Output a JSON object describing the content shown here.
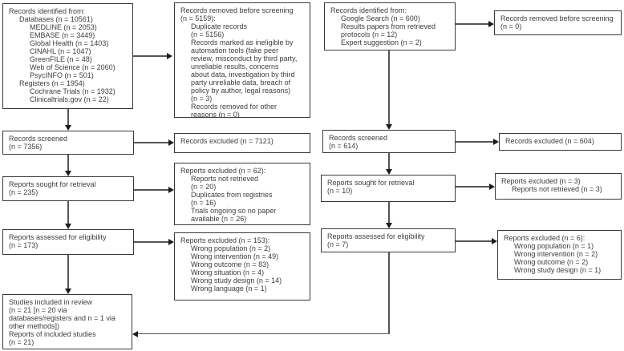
{
  "colors": {
    "box_border": "#3a3a3a",
    "connector": "#555555",
    "arrowhead": "#1c1c1c",
    "text": "#3d3d3d",
    "background": "#ffffff"
  },
  "icons": {
    "arrow_down": "filled triangle pointing down (css shape)",
    "arrow_right": "filled triangle pointing right (css shape)",
    "arrow_left": "filled triangle pointing left (css shape)"
  },
  "boxes": {
    "db_identification": {
      "lines": [
        {
          "text": "Records identified from:",
          "indent": 0
        },
        {
          "text": "Databases (n = 10561)",
          "indent": 1
        },
        {
          "text": "MEDLINE (n = 2053)",
          "indent": 2
        },
        {
          "text": "EMBASE (n = 3449)",
          "indent": 2
        },
        {
          "text": "Global Health (n = 1403)",
          "indent": 2
        },
        {
          "text": "CINAHL (n = 1047)",
          "indent": 2
        },
        {
          "text": "GreenFILE (n = 48)",
          "indent": 2
        },
        {
          "text": "Web of Science (n = 2060)",
          "indent": 2
        },
        {
          "text": "PsycINFO (n = 501)",
          "indent": 2
        },
        {
          "text": "Registers (n = 1954)",
          "indent": 1
        },
        {
          "text": "Cochrane Trials (n = 1932)",
          "indent": 2
        },
        {
          "text": "Clinicaltrials.gov (n = 22)",
          "indent": 2
        }
      ]
    },
    "removed_before_screening_db": {
      "lines": [
        {
          "text": "Records removed before screening",
          "indent": 0
        },
        {
          "text": "(n = 5159):",
          "indent": 0
        },
        {
          "text": "Duplicate records",
          "indent": 1
        },
        {
          "text": "(n = 5156)",
          "indent": 1
        },
        {
          "text": "Records marked as ineligible by",
          "indent": 1
        },
        {
          "text": "automation tools (fake peer",
          "indent": 1
        },
        {
          "text": "review, misconduct by third party,",
          "indent": 1
        },
        {
          "text": "unreliable results, concerns",
          "indent": 1
        },
        {
          "text": "about data, investigation by third",
          "indent": 1
        },
        {
          "text": "party unreliable data, breach of",
          "indent": 1
        },
        {
          "text": "policy by author, legal reasons)",
          "indent": 1
        },
        {
          "text": "(n = 3)",
          "indent": 1
        },
        {
          "text": "Records removed for other",
          "indent": 1
        },
        {
          "text": "reasons (n = 0)",
          "indent": 1
        }
      ]
    },
    "records_screened_db": {
      "lines": [
        {
          "text": "Records screened",
          "indent": 0
        },
        {
          "text": "(n = 7356)",
          "indent": 0
        }
      ]
    },
    "records_excluded_db": {
      "lines": [
        {
          "text": "Records excluded (n = 7121)",
          "indent": 0
        }
      ]
    },
    "reports_sought_db": {
      "lines": [
        {
          "text": "Reports sought for retrieval",
          "indent": 0
        },
        {
          "text": "(n = 235)",
          "indent": 0
        }
      ]
    },
    "reports_excluded_retrieval_db": {
      "lines": [
        {
          "text": "Reports excluded (n = 62):",
          "indent": 0
        },
        {
          "text": "Reports not retrieved",
          "indent": 1
        },
        {
          "text": "(n = 20)",
          "indent": 1
        },
        {
          "text": "Duplicates from registries",
          "indent": 1
        },
        {
          "text": "(n = 16)",
          "indent": 1
        },
        {
          "text": "Trials ongoing so no paper",
          "indent": 1
        },
        {
          "text": "available (n = 26)",
          "indent": 1
        }
      ]
    },
    "reports_assessed_db": {
      "lines": [
        {
          "text": "Reports assessed for eligibility",
          "indent": 0
        },
        {
          "text": "(n = 173)",
          "indent": 0
        }
      ]
    },
    "reports_excluded_eligibility_db": {
      "lines": [
        {
          "text": "Reports excluded (n = 153):",
          "indent": 0
        },
        {
          "text": "Wrong population (n = 2)",
          "indent": 1
        },
        {
          "text": "Wrong intervention (n = 49)",
          "indent": 1
        },
        {
          "text": "Wrong outcome (n = 83)",
          "indent": 1
        },
        {
          "text": "Wrong situation (n = 4)",
          "indent": 1
        },
        {
          "text": "Wrong study design (n = 14)",
          "indent": 1
        },
        {
          "text": "Wrong language (n = 1)",
          "indent": 1
        }
      ]
    },
    "studies_included": {
      "lines": [
        {
          "text": "Studies included in review",
          "indent": 0
        },
        {
          "text": "(n = 21 [n = 20 via",
          "indent": 0
        },
        {
          "text": "databases/registers and n = 1 via",
          "indent": 0
        },
        {
          "text": "other methods])",
          "indent": 0
        },
        {
          "text": "Reports of included studies",
          "indent": 0
        },
        {
          "text": "(n = 21)",
          "indent": 0
        }
      ]
    },
    "other_identification": {
      "lines": [
        {
          "text": "Records identified from:",
          "indent": 0
        },
        {
          "text": "Google Search (n = 600)",
          "indent": 1
        },
        {
          "text": "Results papers from retrieved",
          "indent": 1
        },
        {
          "text": "protocols (n = 12)",
          "indent": 1
        },
        {
          "text": "Expert suggestion (n = 2)",
          "indent": 1
        }
      ]
    },
    "removed_before_screening_other": {
      "lines": [
        {
          "text": "Records removed before screening",
          "indent": 0
        },
        {
          "text": "(n = 0)",
          "indent": 0
        }
      ]
    },
    "records_screened_other": {
      "lines": [
        {
          "text": "Records screened",
          "indent": 0
        },
        {
          "text": "(n = 614)",
          "indent": 0
        }
      ]
    },
    "records_excluded_other": {
      "lines": [
        {
          "text": "Records excluded (n = 604)",
          "indent": 0
        }
      ]
    },
    "reports_sought_other": {
      "lines": [
        {
          "text": "Reports sought for retrieval",
          "indent": 0
        },
        {
          "text": "(n = 10)",
          "indent": 0
        }
      ]
    },
    "reports_excluded_retrieval_other": {
      "lines": [
        {
          "text": "Reports excluded (n = 3)",
          "indent": 0
        },
        {
          "text": "Reports not retrieved (n = 3)",
          "indent": 1
        }
      ]
    },
    "reports_assessed_other": {
      "lines": [
        {
          "text": "Reports assessed for eligibility",
          "indent": 0
        },
        {
          "text": "(n = 7)",
          "indent": 0
        }
      ]
    },
    "reports_excluded_eligibility_other": {
      "lines": [
        {
          "text": "Reports excluded (n = 6):",
          "indent": 0
        },
        {
          "text": "Wrong population (n = 1)",
          "indent": 1
        },
        {
          "text": "Wrong intervention (n = 2)",
          "indent": 1
        },
        {
          "text": "Wrong outcome (n = 2)",
          "indent": 1
        },
        {
          "text": "Wrong study design (n = 1)",
          "indent": 1
        }
      ]
    }
  }
}
